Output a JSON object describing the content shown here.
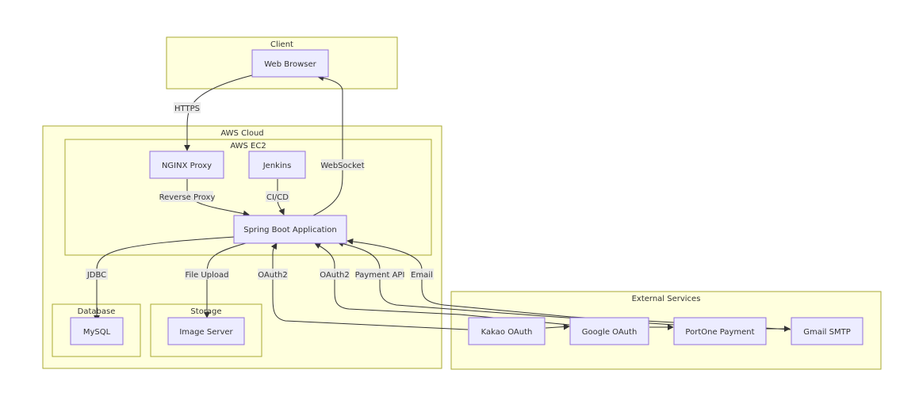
{
  "clusters": {
    "client": "Client",
    "aws_cloud": "AWS Cloud",
    "aws_ec2": "AWS EC2",
    "database": "Database",
    "storage": "Storage",
    "external": "External Services"
  },
  "nodes": {
    "web_browser": "Web Browser",
    "nginx": "NGINX Proxy",
    "jenkins": "Jenkins",
    "spring": "Spring Boot Application",
    "mysql": "MySQL",
    "image_server": "Image Server",
    "kakao": "Kakao OAuth",
    "google": "Google OAuth",
    "portone": "PortOne Payment",
    "gmail": "Gmail SMTP"
  },
  "edges": {
    "https": "HTTPS",
    "websocket": "WebSocket",
    "reverse_proxy": "Reverse Proxy",
    "cicd": "CI/CD",
    "jdbc": "JDBC",
    "file_upload": "File Upload",
    "oauth2_kakao": "OAuth2",
    "oauth2_google": "OAuth2",
    "payment_api": "Payment API",
    "email": "Email"
  },
  "colors": {
    "cluster_fill": "#ffffde",
    "cluster_stroke": "#aaaa33",
    "node_fill": "#ececff",
    "node_stroke": "#9370db",
    "edge": "#333333",
    "label_bg": "#e8e8e8"
  }
}
